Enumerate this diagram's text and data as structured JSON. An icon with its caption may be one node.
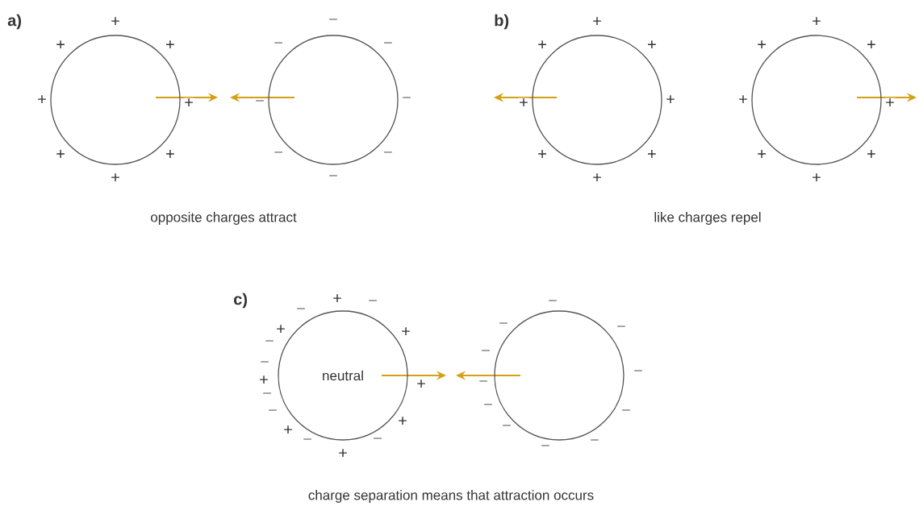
{
  "diagram": {
    "nodes": [
      {
        "text": [],
        "shape": "circle",
        "beside": [
          "+",
          "+",
          "+",
          "+",
          "+",
          "+",
          "+",
          "+"
        ]
      },
      {
        "text": [],
        "shape": "circle",
        "beside": [
          "−",
          "−",
          "−",
          "−",
          "−",
          "−",
          "−",
          "−"
        ]
      },
      {
        "text": [],
        "shape": "circle",
        "beside": [
          "+",
          "+",
          "+",
          "+",
          "+",
          "+",
          "+",
          "+"
        ]
      },
      {
        "text": [],
        "shape": "circle",
        "beside": [
          "+",
          "+",
          "+",
          "+",
          "+",
          "+",
          "+",
          "+"
        ]
      },
      {
        "text": [
          "neutral"
        ],
        "beside": [
          "+",
          "−",
          "−",
          "+",
          "+",
          "−",
          "−",
          "+",
          "+",
          "−",
          "−",
          "+",
          "+",
          "−",
          "−",
          "+"
        ]
      },
      {
        "text": [],
        "shape": "circle",
        "beside": [
          "−",
          "−",
          "−",
          "−",
          "−",
          "−",
          "−",
          "−",
          "−",
          "−",
          "−"
        ]
      }
    ],
    "labels": [
      "a)",
      "b)",
      "opposite charges attract",
      "like charges repel",
      "c)",
      "charge separation means that attraction occurs"
    ]
  }
}
